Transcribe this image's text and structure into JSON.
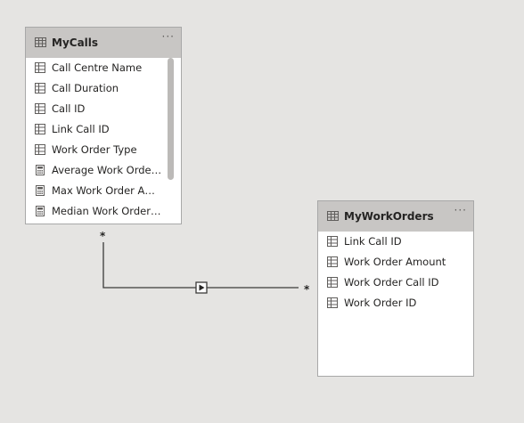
{
  "tables": [
    {
      "id": "mycalls",
      "title": "MyCalls",
      "more_label": "···",
      "fields": [
        {
          "label": "Call Centre Name",
          "icon": "table-column-icon"
        },
        {
          "label": "Call Duration",
          "icon": "table-column-icon"
        },
        {
          "label": "Call ID",
          "icon": "table-column-icon"
        },
        {
          "label": "Link Call ID",
          "icon": "table-column-icon"
        },
        {
          "label": "Work Order Type",
          "icon": "table-column-icon"
        },
        {
          "label": "Average Work Order Amount",
          "icon": "calculator-icon"
        },
        {
          "label": "Max Work Order Amount",
          "icon": "calculator-icon"
        },
        {
          "label": "Median Work Order Amount",
          "icon": "calculator-icon"
        }
      ]
    },
    {
      "id": "myworkorders",
      "title": "MyWorkOrders",
      "more_label": "···",
      "fields": [
        {
          "label": "Link Call ID",
          "icon": "table-column-icon"
        },
        {
          "label": "Work Order Amount",
          "icon": "table-column-icon"
        },
        {
          "label": "Work Order Call ID",
          "icon": "table-column-icon"
        },
        {
          "label": "Work Order ID",
          "icon": "table-column-icon"
        }
      ]
    }
  ],
  "relationship": {
    "from_cardinality": "*",
    "to_cardinality": "*",
    "filter_direction_icon": "play-arrow-icon"
  },
  "colors": {
    "canvas": "#e5e4e2",
    "header": "#c8c6c4",
    "line": "#3b3a39"
  }
}
